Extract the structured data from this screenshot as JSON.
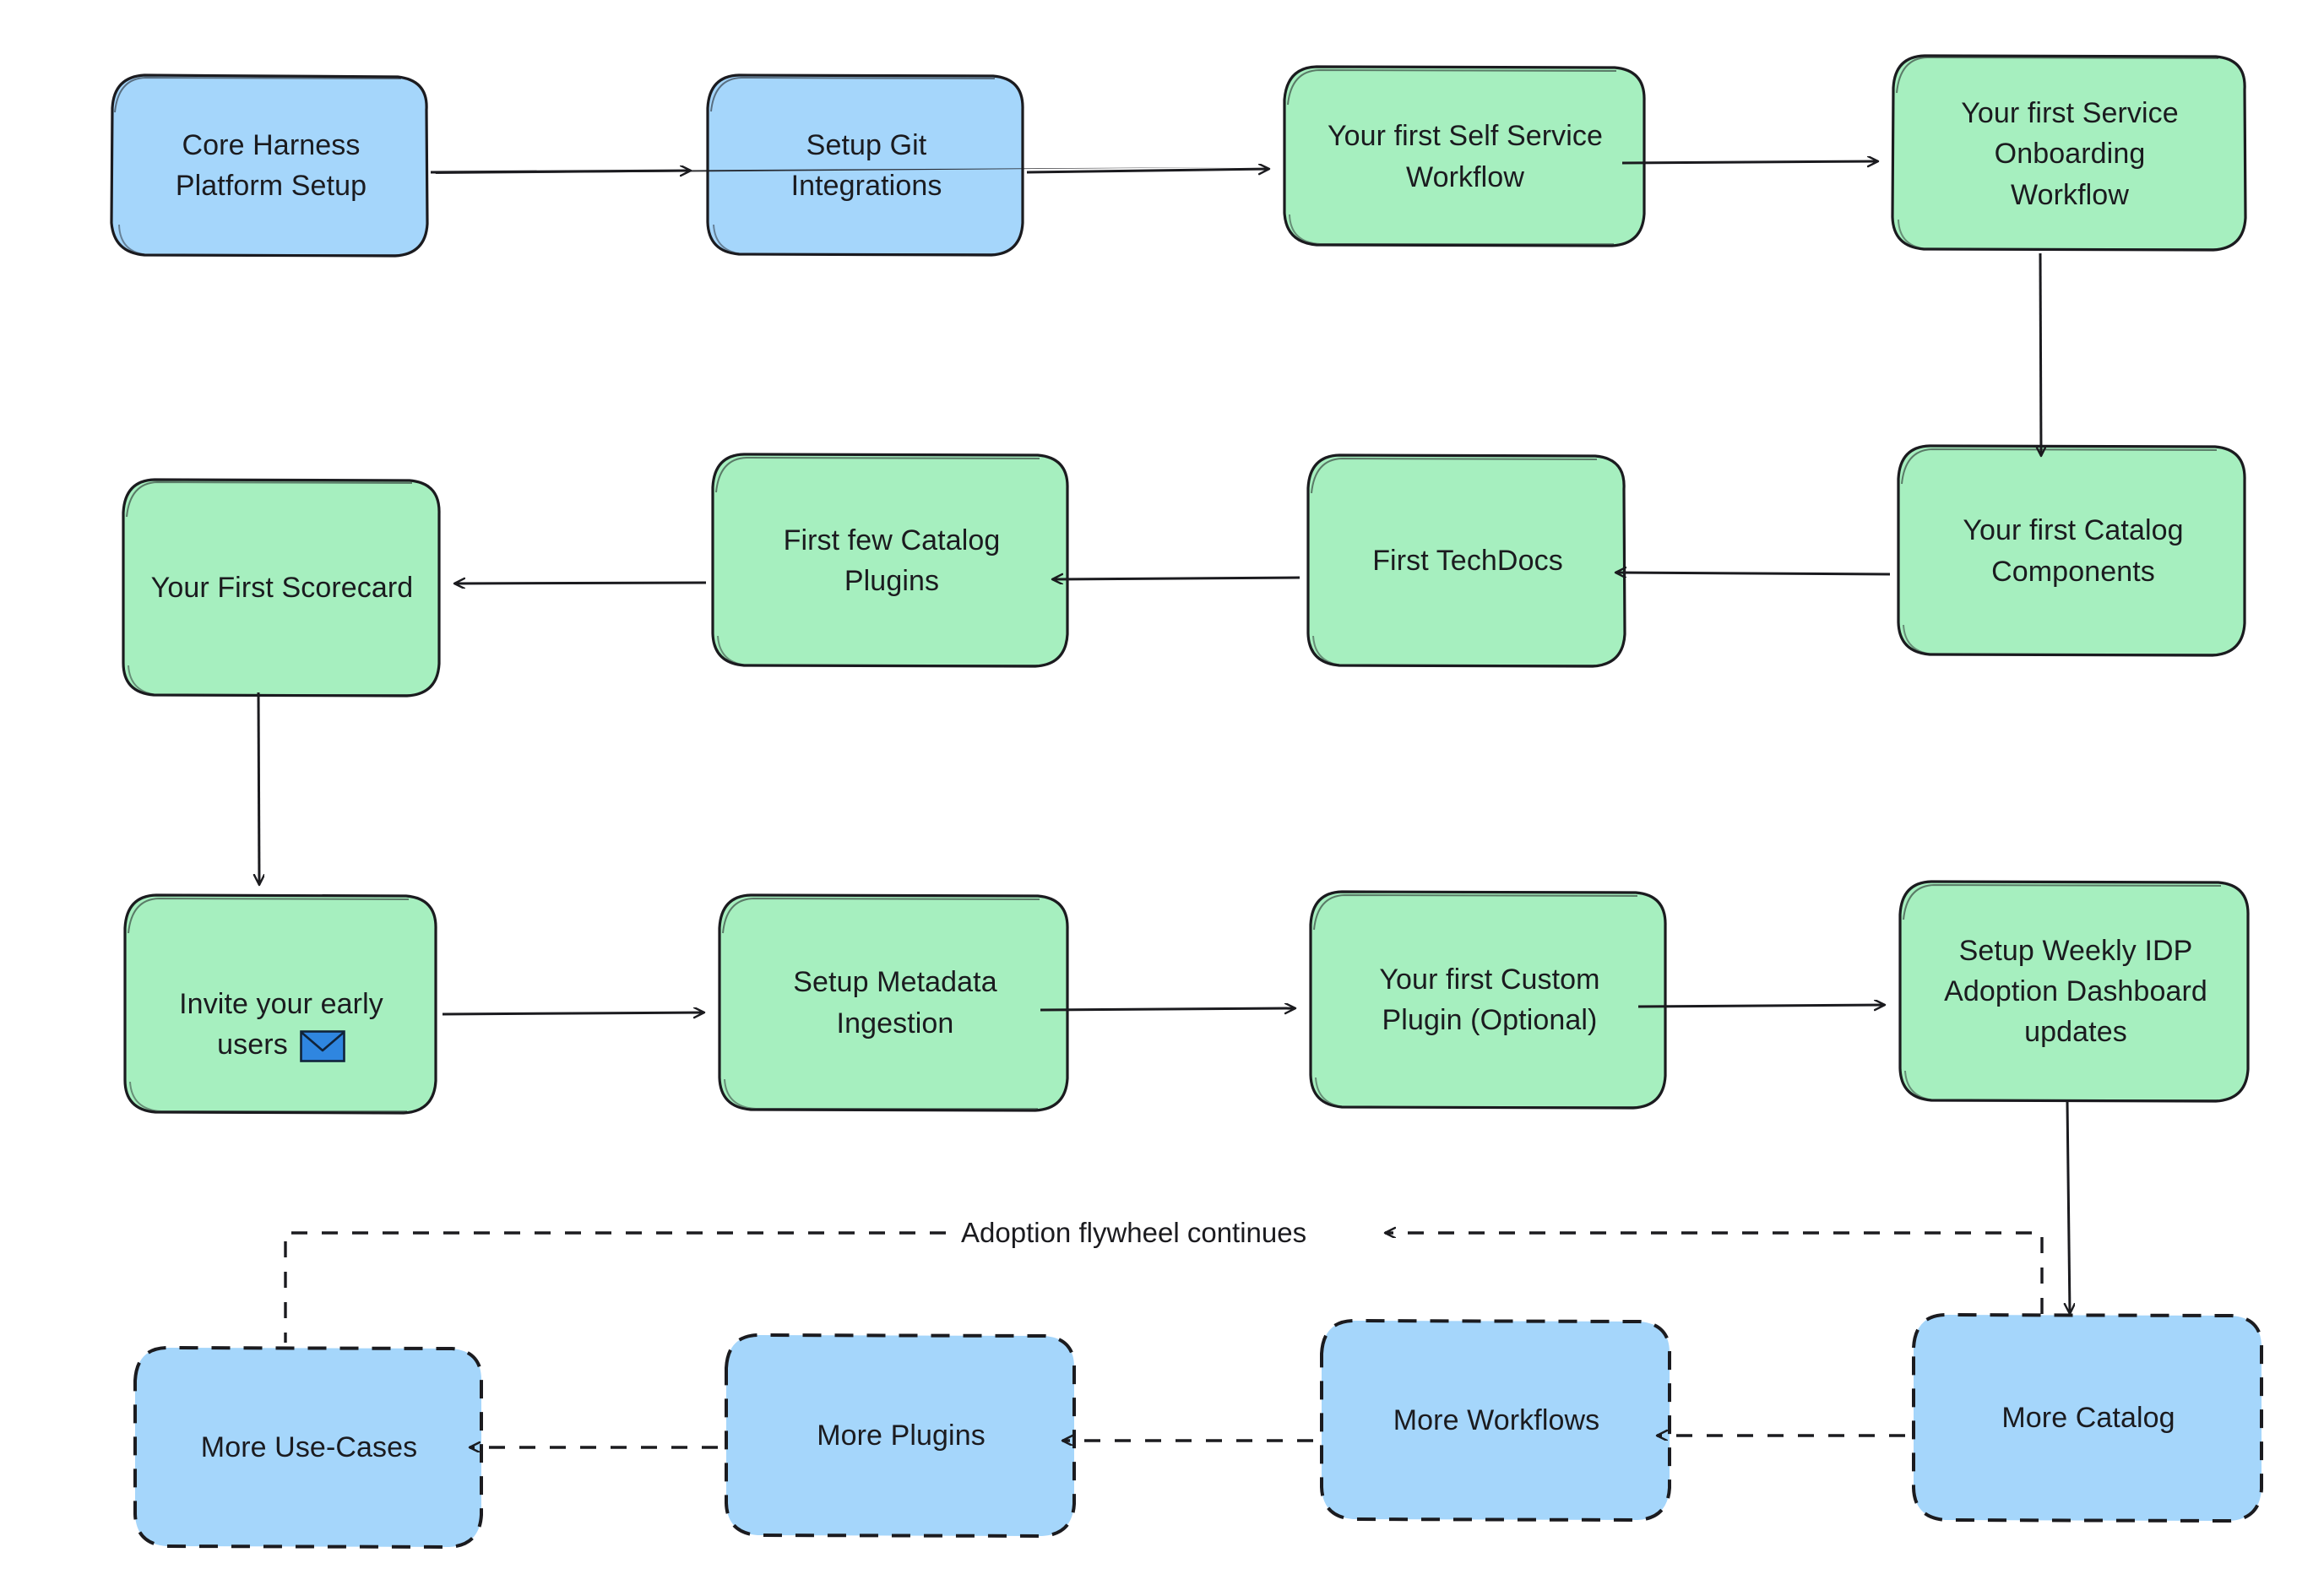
{
  "diagram": {
    "type": "flowchart",
    "title": "",
    "background": "#ffffff",
    "colors": {
      "blue_fill": "#a5d6fb",
      "green_fill": "#a6efbf",
      "stroke": "#1b1b1f",
      "text": "#1b1b1f",
      "envelope_blue": "#2f86e0"
    },
    "nodes": [
      {
        "id": "core-harness-platform-setup",
        "label": "Core Harness\nPlatform Setup",
        "style": "blue-solid",
        "row": 1
      },
      {
        "id": "setup-git-integrations",
        "label": "Setup Git\nIntegrations",
        "style": "blue-solid",
        "row": 1
      },
      {
        "id": "your-first-self-service-workflow",
        "label": "Your first Self Service\nWorkflow",
        "style": "green-solid",
        "row": 1
      },
      {
        "id": "your-first-service-onboarding-workflow",
        "label": "Your first Service\nOnboarding\nWorkflow",
        "style": "green-solid",
        "row": 1
      },
      {
        "id": "your-first-scorecard",
        "label": "Your First Scorecard",
        "style": "green-solid",
        "row": 2
      },
      {
        "id": "first-few-catalog-plugins",
        "label": "First few Catalog\nPlugins",
        "style": "green-solid",
        "row": 2
      },
      {
        "id": "first-techdocs",
        "label": "First TechDocs",
        "style": "green-solid",
        "row": 2
      },
      {
        "id": "your-first-catalog-components",
        "label": "Your first Catalog\nComponents",
        "style": "green-solid",
        "row": 2
      },
      {
        "id": "invite-your-early-users",
        "label": "Invite your early\nusers",
        "style": "green-solid",
        "row": 3,
        "icon": "envelope-icon"
      },
      {
        "id": "setup-metadata-ingestion",
        "label": "Setup Metadata\nIngestion",
        "style": "green-solid",
        "row": 3
      },
      {
        "id": "your-first-custom-plugin-optional",
        "label": "Your first Custom\nPlugin (Optional)",
        "style": "green-solid",
        "row": 3
      },
      {
        "id": "setup-weekly-idp-adoption-dashboard-updates",
        "label": "Setup Weekly IDP\nAdoption Dashboard\nupdates",
        "style": "green-solid",
        "row": 3
      },
      {
        "id": "more-use-cases",
        "label": "More Use-Cases",
        "style": "blue-dashed",
        "row": 4
      },
      {
        "id": "more-plugins",
        "label": "More Plugins",
        "style": "blue-dashed",
        "row": 4
      },
      {
        "id": "more-workflows",
        "label": "More Workflows",
        "style": "blue-dashed",
        "row": 4
      },
      {
        "id": "more-catalog",
        "label": "More Catalog",
        "style": "blue-dashed",
        "row": 4
      }
    ],
    "edges": [
      {
        "from": "core-harness-platform-setup",
        "to": "setup-git-integrations",
        "style": "solid",
        "label": ""
      },
      {
        "from": "setup-git-integrations",
        "to": "your-first-self-service-workflow",
        "style": "solid",
        "label": ""
      },
      {
        "from": "your-first-self-service-workflow",
        "to": "your-first-service-onboarding-workflow",
        "style": "solid",
        "label": ""
      },
      {
        "from": "your-first-service-onboarding-workflow",
        "to": "your-first-catalog-components",
        "style": "solid",
        "label": ""
      },
      {
        "from": "your-first-catalog-components",
        "to": "first-techdocs",
        "style": "solid",
        "label": ""
      },
      {
        "from": "first-techdocs",
        "to": "first-few-catalog-plugins",
        "style": "solid",
        "label": ""
      },
      {
        "from": "first-few-catalog-plugins",
        "to": "your-first-scorecard",
        "style": "solid",
        "label": ""
      },
      {
        "from": "your-first-scorecard",
        "to": "invite-your-early-users",
        "style": "solid",
        "label": ""
      },
      {
        "from": "invite-your-early-users",
        "to": "setup-metadata-ingestion",
        "style": "solid",
        "label": ""
      },
      {
        "from": "setup-metadata-ingestion",
        "to": "your-first-custom-plugin-optional",
        "style": "solid",
        "label": ""
      },
      {
        "from": "your-first-custom-plugin-optional",
        "to": "setup-weekly-idp-adoption-dashboard-updates",
        "style": "solid",
        "label": ""
      },
      {
        "from": "setup-weekly-idp-adoption-dashboard-updates",
        "to": "more-catalog",
        "style": "solid",
        "label": ""
      },
      {
        "from": "more-catalog",
        "to": "more-workflows",
        "style": "dashed",
        "label": ""
      },
      {
        "from": "more-workflows",
        "to": "more-plugins",
        "style": "dashed",
        "label": ""
      },
      {
        "from": "more-plugins",
        "to": "more-use-cases",
        "style": "dashed",
        "label": ""
      },
      {
        "from": "more-catalog",
        "to": "more-use-cases",
        "style": "dashed",
        "label": "Adoption flywheel continues"
      }
    ],
    "edge_labels": {
      "adoption_flywheel": "Adoption flywheel continues"
    }
  }
}
